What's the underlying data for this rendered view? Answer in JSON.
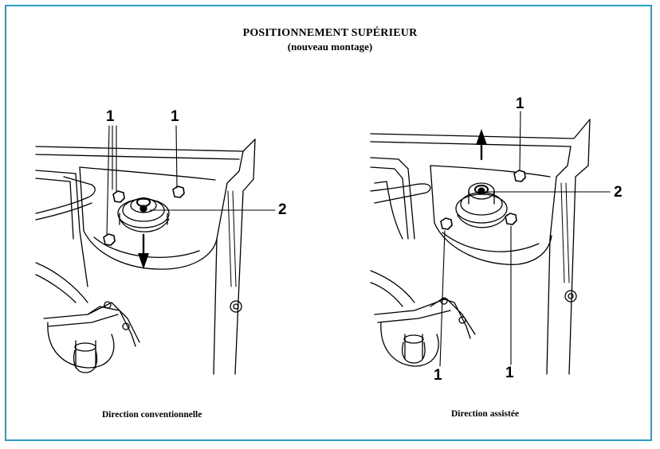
{
  "title": "POSITIONNEMENT SUPÉRIEUR",
  "subtitle": "(nouveau montage)",
  "left_panel": {
    "caption": "Direction conventionnelle",
    "callouts": [
      "1",
      "1",
      "2"
    ]
  },
  "right_panel": {
    "caption": "Direction assistée",
    "callouts": [
      "1",
      "2",
      "1",
      "1"
    ]
  },
  "colors": {
    "frame": "#2a9bc2",
    "ink": "#000000"
  }
}
